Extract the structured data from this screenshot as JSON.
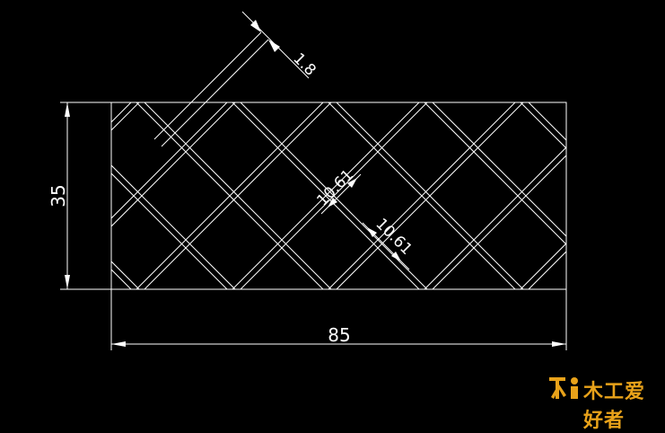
{
  "drawing": {
    "dimensions": {
      "width_label": "85",
      "height_label": "35",
      "line_gap_label": "1.8",
      "cell_label_1": "10.61",
      "cell_label_2": "10.61"
    },
    "colors": {
      "background": "#000000",
      "lines": "#ffffff",
      "dimension": "#ffffff",
      "watermark": "#e8a21a"
    }
  },
  "watermark": {
    "logo_text": "木工爱好者"
  }
}
